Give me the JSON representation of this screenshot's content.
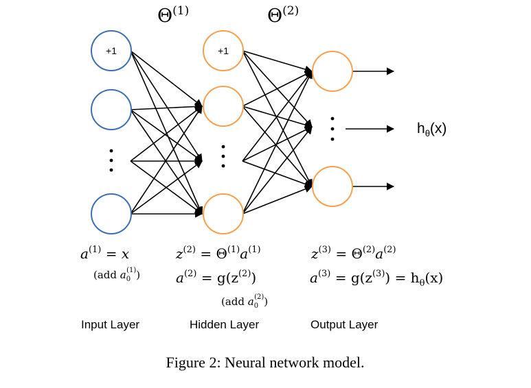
{
  "theta": {
    "t1": {
      "base": "Θ",
      "sup": "(1)"
    },
    "t2": {
      "base": "Θ",
      "sup": "(2)"
    }
  },
  "nodes": {
    "bias_label": "+1",
    "input_color": "#3E6FB0",
    "hidden_color": "#F5A04E",
    "output_color": "#F5A04E"
  },
  "output_label": {
    "h": "h",
    "sub": "θ",
    "arg": "(x)"
  },
  "equations": {
    "input": {
      "line1": {
        "a": "a",
        "sup": "(1)",
        "rest": " = x"
      },
      "line2": {
        "pre": "(add ",
        "a": "a",
        "sub": "0",
        "sup": "(1)",
        "post": ")"
      }
    },
    "hidden": {
      "line1": {
        "z": "z",
        "zsup": "(2)",
        "eq": " = Θ",
        "tsup": "(1)",
        "a": "a",
        "asup": "(1)"
      },
      "line2": {
        "a": "a",
        "asup": "(2)",
        "eq": " = g(z",
        "zsup": "(2)",
        "close": ")"
      },
      "line3": {
        "pre": "(add ",
        "a": "a",
        "sub": "0",
        "sup": "(2)",
        "post": ")"
      }
    },
    "output": {
      "line1": {
        "z": "z",
        "zsup": "(3)",
        "eq": " = Θ",
        "tsup": "(2)",
        "a": "a",
        "asup": "(2)"
      },
      "line2": {
        "a": "a",
        "asup": "(3)",
        "eq": " = g(z",
        "zsup": "(3)",
        "close": ") = h",
        "hsub": "θ",
        "arg": "(x)"
      }
    }
  },
  "layers": {
    "input": "Input Layer",
    "hidden": "Hidden Layer",
    "output": "Output Layer"
  },
  "caption": "Figure 2: Neural network model."
}
